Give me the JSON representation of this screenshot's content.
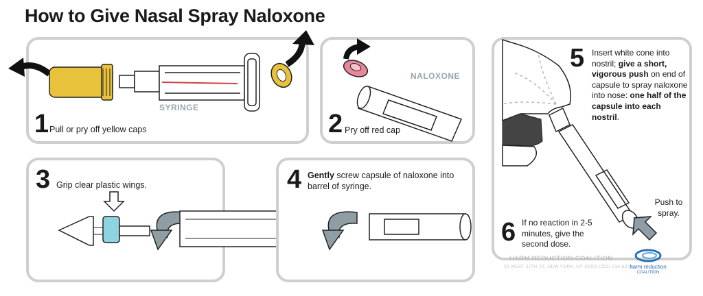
{
  "title": "How to Give Nasal Spray Naloxone",
  "steps": [
    {
      "num": "1",
      "text": "Pull or pry off yellow caps",
      "label": "SYRINGE"
    },
    {
      "num": "2",
      "text": "Pry off red cap",
      "label": "NALOXONE"
    },
    {
      "num": "3",
      "text": "Grip clear plastic wings."
    },
    {
      "num": "4",
      "bold": "Gently",
      "text": " screw capsule of naloxone into barrel of syringe."
    },
    {
      "num": "5",
      "t1": "Insert white cone into nostril; ",
      "b1": "give a short, vigorous push",
      "t2": " on end of capsule to spray naloxone into nose: ",
      "b2": "one half of the capsule into each nostril",
      "t3": ".",
      "push": "Push to spray."
    },
    {
      "num": "6",
      "text": "If no reaction in 2-5 minutes, give the second dose."
    }
  ],
  "org": {
    "name": "HARM REDUCTION COALITION",
    "address": "22 WEST 27TH ST, NEW YORK, NY 10001 (212) 213-6376",
    "logo_line1": "harm reduction",
    "logo_line2": "COALITION"
  },
  "colors": {
    "yellow": "#e8c23a",
    "red": "#e8869a",
    "arrow_gray": "#8e9ea4",
    "wing_blue": "#8ed3e0"
  }
}
